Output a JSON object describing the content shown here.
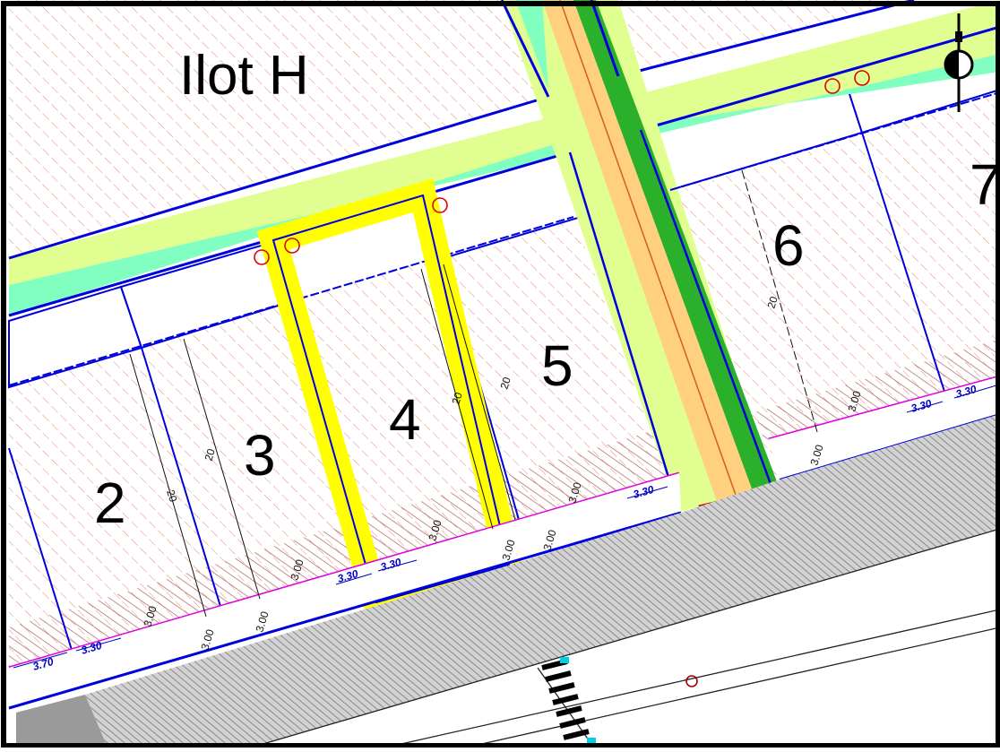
{
  "map": {
    "block_label": "Ilot H",
    "lots": [
      {
        "id": "lot-2",
        "label": "2"
      },
      {
        "id": "lot-3",
        "label": "3"
      },
      {
        "id": "lot-4",
        "label": "4",
        "highlighted": true
      },
      {
        "id": "lot-5",
        "label": "5"
      },
      {
        "id": "lot-6",
        "label": "6"
      },
      {
        "id": "lot-7",
        "label": "7"
      }
    ],
    "dimensions": {
      "depth": "20",
      "setback": "3.00",
      "frontage_a": "3.30",
      "frontage_b": "3.70"
    },
    "icons": {
      "north_arrow": "north-arrow-icon",
      "marker": "circle-marker-icon",
      "crosswalk": "pedestrian-crossing"
    },
    "colors": {
      "lot_hatch": "#e8846e",
      "boundary": "#0000dd",
      "highlight": "#ffff00",
      "road_band_green": "#80ffc0",
      "road_band_lime": "#e0ff90",
      "path_orange": "#ffd080",
      "path_green": "#2ab02a",
      "frontage_line": "#e000e0",
      "street_gray": "#9a9a9a",
      "marker_red": "#e00000"
    }
  }
}
